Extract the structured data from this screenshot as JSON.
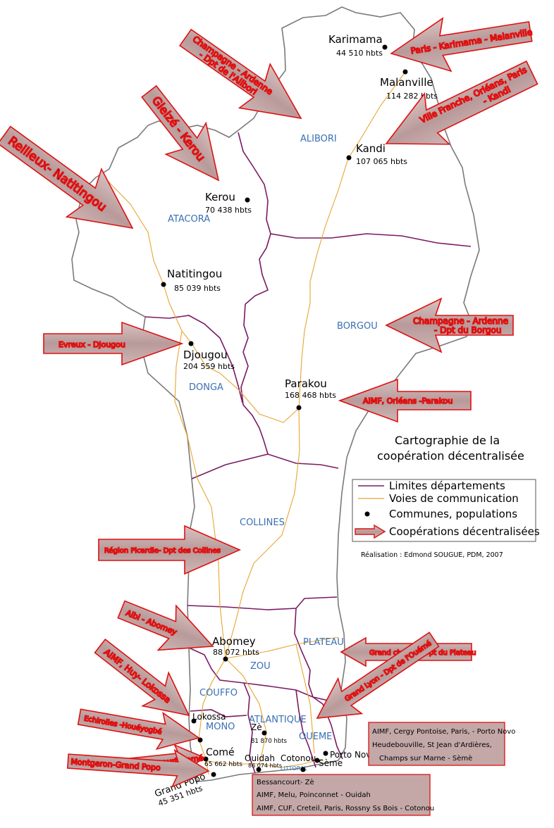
{
  "title": [
    "Cartographie de la",
    "coopération décentralisée"
  ],
  "legend": {
    "limits": "Limites départements",
    "roads": "Voies de communication",
    "communes": "Communes, populations",
    "coop": "Coopérations décentralisées"
  },
  "credit": "Réalisation :  Edmond SOUGUE,   PDM,  2007",
  "departments": {
    "alibori": "ALIBORI",
    "atacora": "ATACORA",
    "borgou": "BORGOU",
    "donga": "DONGA",
    "collines": "COLLINES",
    "plateau": "PLATEAU",
    "zou": "ZOU",
    "couffo": "COUFFO",
    "mono": "MONO",
    "atlantique": "ATLANTIQUE",
    "oueme": "OUEME",
    "littoral": "LITTORAL"
  },
  "cities": {
    "karimama": {
      "name": "Karimama",
      "pop": "44 510 hbts"
    },
    "malanville": {
      "name": "Malanville",
      "pop": "114 282 hbts"
    },
    "kandi": {
      "name": "Kandi",
      "pop": "107 065 hbts"
    },
    "kerou": {
      "name": "Kerou",
      "pop": "70 438 hbts"
    },
    "natitingou": {
      "name": "Natitingou",
      "pop": "85 039 hbts"
    },
    "djougou": {
      "name": "Djougou",
      "pop": "204 559 hbts"
    },
    "parakou": {
      "name": "Parakou",
      "pop": "168 468 hbts"
    },
    "abomey": {
      "name": "Abomey",
      "pop": "88 072 hbts"
    },
    "lokossa": {
      "name": "Lokossa"
    },
    "ze": {
      "name": "Zè",
      "pop": "81 870 hbts"
    },
    "come": {
      "name": "Comé",
      "pop": "65 662 hbts"
    },
    "ouidah": {
      "name": "Ouidah",
      "pop": "86 074 hbts"
    },
    "cotonou": {
      "name": "Cotonou"
    },
    "porto_novo": {
      "name": "Porto Novo"
    },
    "seme": {
      "name": "Sème"
    },
    "grand_popo": {
      "name": "Grand Popo",
      "pop": "45 351 hbts"
    }
  },
  "cooperations": {
    "karimama": "Paris - Karimama - Malanville",
    "champagne_alibori": [
      "Champagne - Ardenne",
      "- Dpt de l'Alibori"
    ],
    "gleize": "Gleizé - Kerou",
    "rellieux": "Rellieux- Natitingou",
    "ville_franche": [
      "Ville Franche, Orléans, Paris",
      "- Kandi"
    ],
    "champagne_borgou": [
      "Champagne - Ardenne",
      "- Dpt du Borgou"
    ],
    "evreux": "Evreux - Djougou",
    "aimf_parakou": "AIMF, Orléans -Parakou",
    "picardie": "Région Picardie- Dpt des Collines",
    "albi": "Albi - Abomey",
    "grand_chalon": "Grand chalon - Dpt du Plateau",
    "aimf_lokossa": "AIMF, Huy- Lokossa",
    "grand_lyon": "Grand Lyon - Dpt de l'Ouémé",
    "echirolles": "Echirolles -Houéyogbé",
    "guyancourt": "Guyancourt-Comé",
    "montgeron": "Montgeron-Grand Popo"
  },
  "boxes": {
    "porto_novo": [
      "AIMF, Cergy Pontoise, Paris, - Porto Novo",
      "Heudebouville, St Jean d'Ardières,",
      "Champs sur Marne - Sèmè"
    ],
    "atlantique": [
      "Bessancourt- Zè",
      "AIMF, Melu, Poinconnet - Ouidah",
      "AIMF, CUF, Creteil, Paris, Rossny Ss Bois - Cotonou"
    ]
  },
  "colors": {
    "border": "#7a7a7a",
    "department_limit": "#7a1a62",
    "road": "#e8a532",
    "arrow_fill": "#c4a8a8",
    "arrow_stroke": "#e01010",
    "dept_label": "#3a6fb5"
  }
}
